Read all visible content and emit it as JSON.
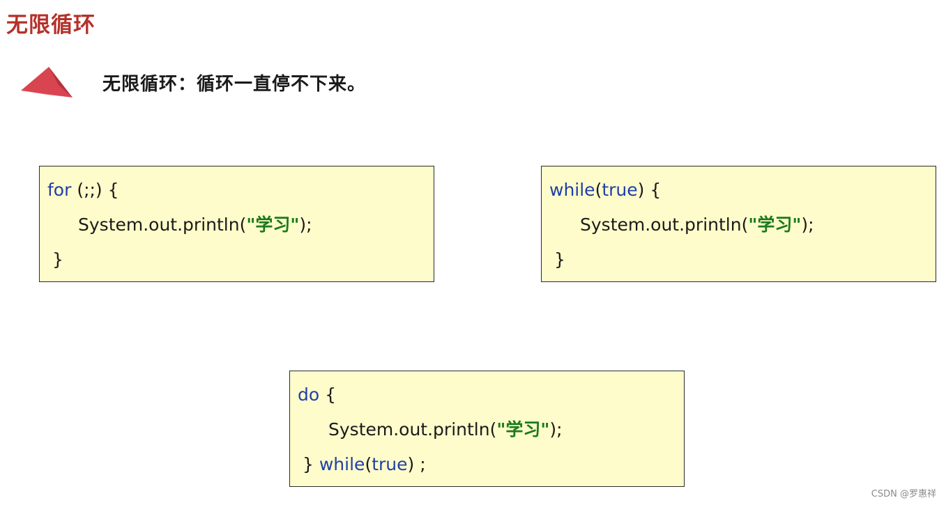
{
  "page_title": "无限循环",
  "subtitle": "无限循环：循环一直停不下来。",
  "colors": {
    "title": "#b4312a",
    "keyword": "#1f3fa8",
    "string": "#1b7a1b",
    "box_bg": "#fefccb"
  },
  "icons": [
    "red-triangle-bullet-icon"
  ],
  "code_blocks": {
    "for_loop": {
      "line1": {
        "kw": "for",
        "rest": " (;;) {"
      },
      "line2": {
        "pre": "System.out.println(",
        "str": "\"学习\"",
        "post": ");"
      },
      "line3": "}"
    },
    "while_loop": {
      "line1": {
        "kw": "while",
        "paren_open": "(",
        "kw2": "true",
        "rest": ") {"
      },
      "line2": {
        "pre": "System.out.println(",
        "str": "\"学习\"",
        "post": ");"
      },
      "line3": "}"
    },
    "do_while_loop": {
      "line1": {
        "kw": "do",
        "rest": " {"
      },
      "line2": {
        "pre": "System.out.println(",
        "str": "\"学习\"",
        "post": ");"
      },
      "line3": {
        "brace": "} ",
        "kw": "while",
        "paren_open": "(",
        "kw2": "true",
        "rest": ") ;"
      }
    }
  },
  "watermark": "CSDN @罗惠祥"
}
